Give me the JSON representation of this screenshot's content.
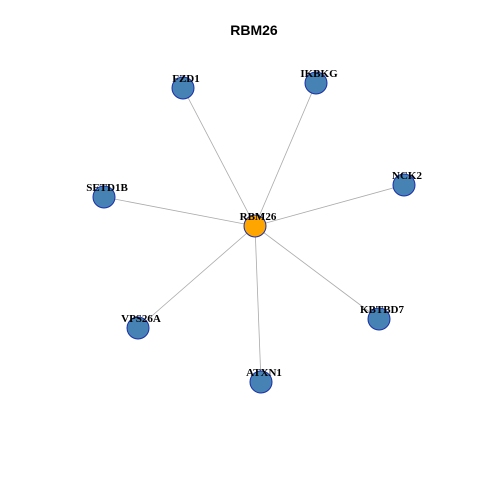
{
  "title": "RBM26",
  "colors": {
    "hub": "#FFA500",
    "neighbor": "#4682B4",
    "node_border": "#1A2FA8",
    "edge": "#AAAAAA"
  },
  "network": {
    "center": "RBM26",
    "nodes": [
      {
        "id": "RBM26",
        "role": "hub"
      },
      {
        "id": "FZD1",
        "role": "neighbor"
      },
      {
        "id": "IKBKG",
        "role": "neighbor"
      },
      {
        "id": "NCK2",
        "role": "neighbor"
      },
      {
        "id": "KBTBD7",
        "role": "neighbor"
      },
      {
        "id": "ATXN1",
        "role": "neighbor"
      },
      {
        "id": "VPS26A",
        "role": "neighbor"
      },
      {
        "id": "SETD1B",
        "role": "neighbor"
      }
    ],
    "edges": [
      [
        "RBM26",
        "FZD1"
      ],
      [
        "RBM26",
        "IKBKG"
      ],
      [
        "RBM26",
        "NCK2"
      ],
      [
        "RBM26",
        "KBTBD7"
      ],
      [
        "RBM26",
        "ATXN1"
      ],
      [
        "RBM26",
        "VPS26A"
      ],
      [
        "RBM26",
        "SETD1B"
      ]
    ]
  }
}
